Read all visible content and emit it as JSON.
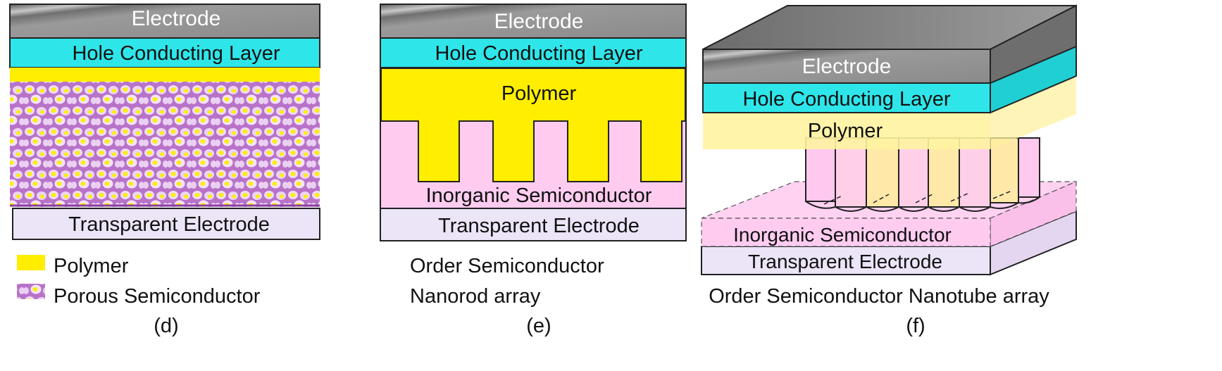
{
  "panel_d": {
    "electrode": "Electrode",
    "hole_layer": "Hole Conducting Layer",
    "transparent": "Transparent Electrode",
    "legend_polymer": "Polymer",
    "legend_porous": "Porous Semiconductor",
    "caption": "(d)"
  },
  "panel_e": {
    "electrode": "Electrode",
    "hole_layer": "Hole Conducting Layer",
    "polymer": "Polymer",
    "inorganic": "Inorganic Semiconductor",
    "transparent": "Transparent Electrode",
    "title_line1": "Order Semiconductor",
    "title_line2": "Nanorod array",
    "caption": "(e)"
  },
  "panel_f": {
    "electrode": "Electrode",
    "hole_layer": "Hole Conducting Layer",
    "polymer": "Polymer",
    "inorganic": "Inorganic Semiconductor",
    "transparent": "Transparent Electrode",
    "title": "Order Semiconductor Nanotube array",
    "caption": "(f)"
  },
  "colors": {
    "electrode_gray": "#8c8c8c",
    "hole_cyan": "#2ee6ea",
    "polymer_yellow": "#ffee00",
    "polymer_light": "#fff3a0",
    "inorganic_pink": "#ffccf0",
    "transparent_lavender": "#ece4f7",
    "porous_purple": "#b870c8"
  }
}
